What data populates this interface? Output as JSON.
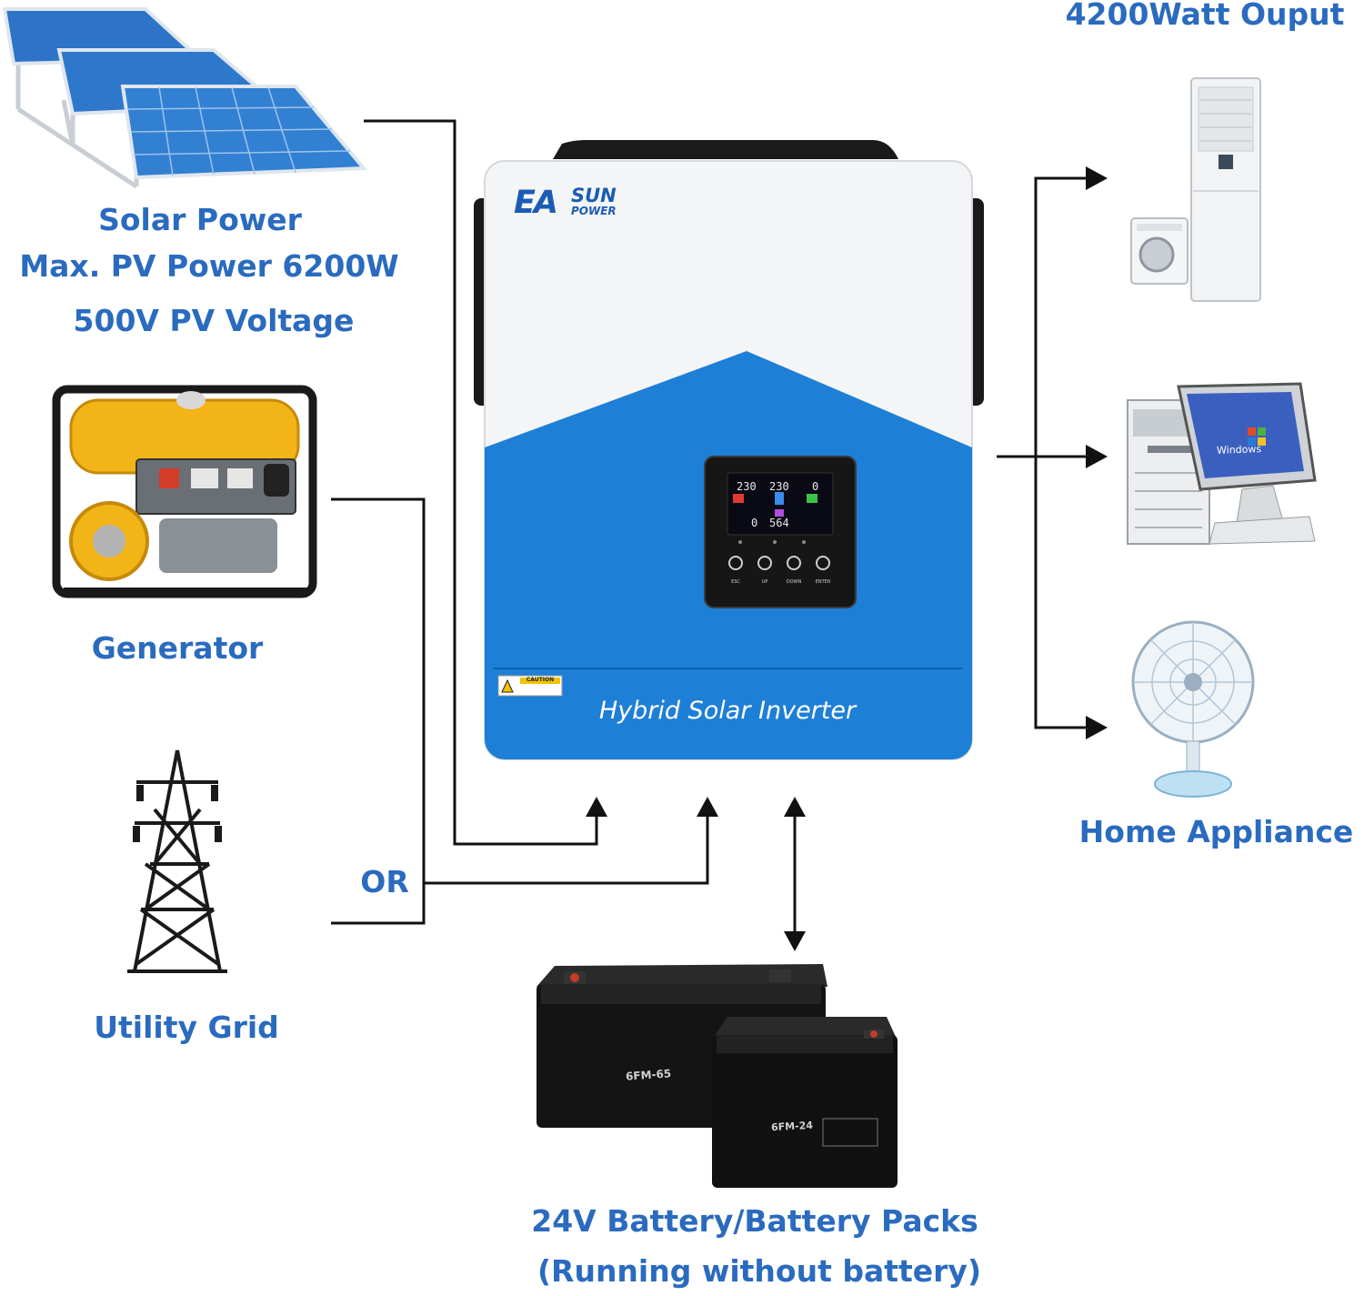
{
  "solar": {
    "line1": "Solar Power",
    "line2": "Max. PV Power 6200W",
    "line3": "500V PV Voltage"
  },
  "generator": {
    "label": "Generator"
  },
  "grid": {
    "label": "Utility Grid"
  },
  "or_label": "OR",
  "output": {
    "title": "4200Watt Ouput"
  },
  "appliance": {
    "label": "Home Appliance"
  },
  "battery": {
    "line1": "24V Battery/Battery Packs",
    "line2": "(Running without battery)",
    "model_large": "6FM-65",
    "model_small": "6FM-24"
  },
  "inverter": {
    "brand_ea": "EA",
    "brand_sun": "SUN",
    "brand_power": "POWER",
    "product_name": "Hybrid Solar Inverter",
    "caution": "CAUTION",
    "lcd": {
      "val_left": "230",
      "val_mid": "230",
      "val_right": "0",
      "val_bottom_left": "0",
      "val_bottom_mid": "564"
    },
    "buttons": [
      "ESC",
      "UP",
      "DOWN",
      "ENTER"
    ]
  },
  "computer": {
    "screen_text": "Windows"
  },
  "colors": {
    "label_blue": "#2a6bbf",
    "inverter_blue": "#1e7fd6",
    "line_black": "#111111"
  }
}
